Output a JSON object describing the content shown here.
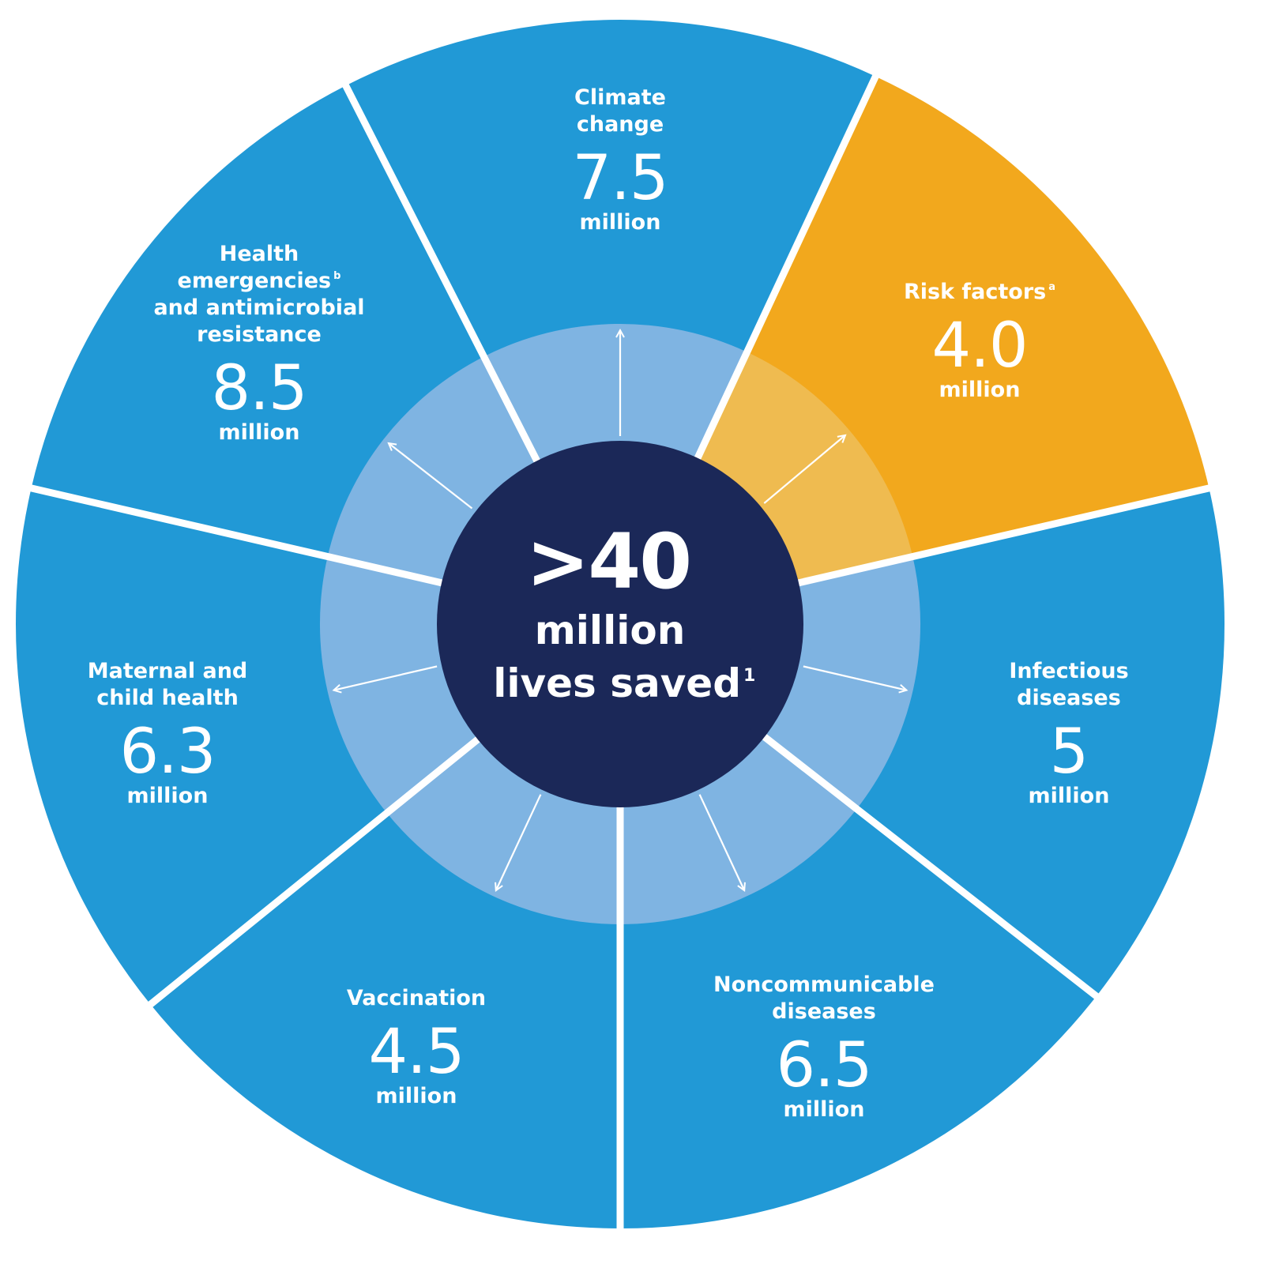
{
  "center": {
    "value": ">40",
    "unit": "million",
    "caption": "lives saved",
    "footnote": "1"
  },
  "colors": {
    "segment": "#2199d6",
    "highlight": "#f2a81d",
    "inner_ring": "#7fb4e2",
    "inner_ring_highlight": "#efbb50",
    "center": "#1b2858",
    "divider": "#ffffff"
  },
  "segments": [
    {
      "id": "climate-change",
      "label_lines": [
        "Climate",
        "change"
      ],
      "sup": "",
      "value": "7.5",
      "unit": "million",
      "highlight": false
    },
    {
      "id": "risk-factors",
      "label_lines": [
        "Risk factors"
      ],
      "sup": "a",
      "value": "4.0",
      "unit": "million",
      "highlight": true
    },
    {
      "id": "infectious-diseases",
      "label_lines": [
        "Infectious",
        "diseases"
      ],
      "sup": "",
      "value": "5",
      "unit": "million",
      "highlight": false
    },
    {
      "id": "noncommunicable-diseases",
      "label_lines": [
        "Noncommunicable",
        "diseases"
      ],
      "sup": "",
      "value": "6.5",
      "unit": "million",
      "highlight": false
    },
    {
      "id": "vaccination",
      "label_lines": [
        "Vaccination"
      ],
      "sup": "",
      "value": "4.5",
      "unit": "million",
      "highlight": false
    },
    {
      "id": "maternal-child-health",
      "label_lines": [
        "Maternal and",
        "child health"
      ],
      "sup": "",
      "value": "6.3",
      "unit": "million",
      "highlight": false
    },
    {
      "id": "health-emergencies-amr",
      "label_lines": [
        "Health",
        "emergencies",
        "and antimicrobial",
        "resistance"
      ],
      "sup": "b",
      "sup_line": 1,
      "value": "8.5",
      "unit": "million",
      "highlight": false
    }
  ]
}
